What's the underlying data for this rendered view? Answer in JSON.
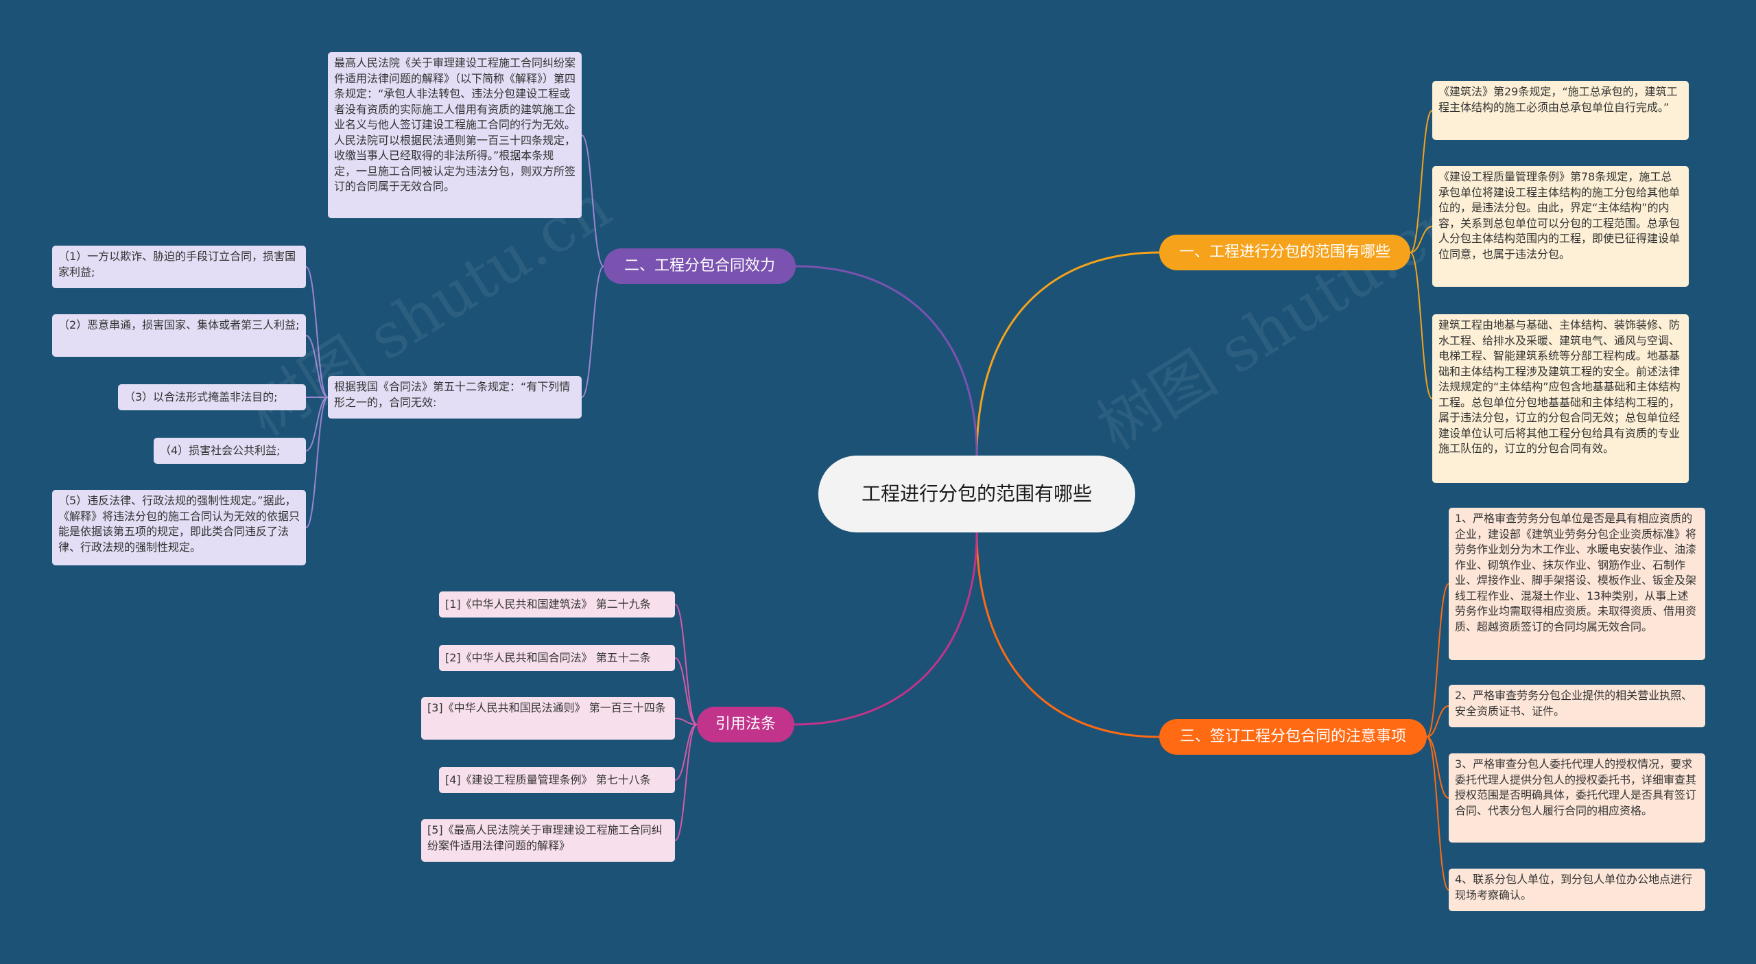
{
  "root": {
    "title": "工程进行分包的范围有哪些"
  },
  "colors": {
    "background": "#1b5276",
    "branch1": "#f6a21a",
    "branch2": "#7a52b0",
    "branch3": "#ff6a13",
    "branch4": "#c2338c"
  },
  "branch1": {
    "label": "一、工程进行分包的范围有哪些",
    "notes": [
      "《建筑法》第29条规定，“施工总承包的，建筑工程主体结构的施工必须由总承包单位自行完成。”",
      "《建设工程质量管理条例》第78条规定，施工总承包单位将建设工程主体结构的施工分包给其他单位的，是违法分包。由此，界定“主体结构”的内容，关系到总包单位可以分包的工程范围。总承包人分包主体结构范围内的工程，即使已征得建设单位同意，也属于违法分包。",
      "建筑工程由地基与基础、主体结构、装饰装修、防水工程、给排水及采暖、建筑电气、通风与空调、电梯工程、智能建筑系统等分部工程构成。地基基础和主体结构工程涉及建筑工程的安全。前述法律法规规定的“主体结构”应包含地基基础和主体结构工程。总包单位分包地基基础和主体结构工程的，属于违法分包，订立的分包合同无效；总包单位经建设单位认可后将其他工程分包给具有资质的专业施工队伍的，订立的分包合同有效。"
    ]
  },
  "branch2": {
    "label": "二、工程分包合同效力",
    "notes": [
      "最高人民法院《关于审理建设工程施工合同纠纷案件适用法律问题的解释》（以下简称《解释》）第四条规定：“承包人非法转包、违法分包建设工程或者没有资质的实际施工人借用有资质的建筑施工企业名义与他人签订建设工程施工合同的行为无效。人民法院可以根据民法通则第一百三十四条规定，收缴当事人已经取得的非法所得。”根据本条规定，一旦施工合同被认定为违法分包，则双方所签订的合同属于无效合同。",
      "根据我国《合同法》第五十二条规定：“有下列情形之一的，合同无效:"
    ],
    "sub_notes": [
      "（1）一方以欺诈、胁迫的手段订立合同，损害国家利益;",
      "（2）恶意串通，损害国家、集体或者第三人利益;",
      "（3）以合法形式掩盖非法目的;",
      "（4）损害社会公共利益;",
      "（5）违反法律、行政法规的强制性规定。”据此，《解释》将违法分包的施工合同认为无效的依据只能是依据该第五项的规定，即此类合同违反了法律、行政法规的强制性规定。"
    ]
  },
  "branch3": {
    "label": "三、签订工程分包合同的注意事项",
    "notes": [
      "1、严格审查劳务分包单位是否是具有相应资质的企业，建设部《建筑业劳务分包企业资质标准》将劳务作业划分为木工作业、水暖电安装作业、油漆作业、砌筑作业、抹灰作业、钢筋作业、石制作业、焊接作业、脚手架搭设、模板作业、钣金及架线工程作业、混凝土作业、13种类别，从事上述劳务作业均需取得相应资质。未取得资质、借用资质、超越资质签订的合同均属无效合同。",
      "2、严格审查劳务分包企业提供的相关营业执照、安全资质证书、证件。",
      "3、严格审查分包人委托代理人的授权情况，要求委托代理人提供分包人的授权委托书，详细审查其授权范围是否明确具体，委托代理人是否具有签订合同、代表分包人履行合同的相应资格。",
      "4、联系分包人单位，到分包人单位办公地点进行现场考察确认。"
    ]
  },
  "branch4": {
    "label": "引用法条",
    "notes": [
      "[1]《中华人民共和国建筑法》 第二十九条",
      "[2]《中华人民共和国合同法》 第五十二条",
      "[3]《中华人民共和国民法通则》 第一百三十四条",
      "[4]《建设工程质量管理条例》 第七十八条",
      "[5]《最高人民法院关于审理建设工程施工合同纠纷案件适用法律问题的解释》"
    ]
  },
  "watermark": "树图 shutu.cn"
}
